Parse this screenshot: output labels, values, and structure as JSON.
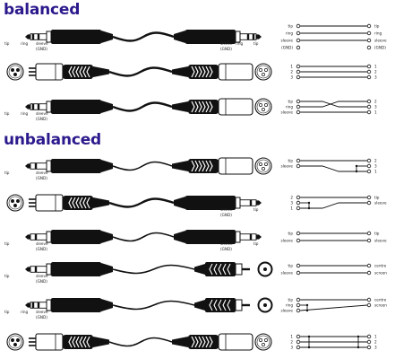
{
  "colors": {
    "heading": "#2b1a8c",
    "ink": "#111111",
    "paper": "#ffffff"
  },
  "sections": [
    {
      "title": "balanced"
    },
    {
      "title": "unbalanced"
    }
  ],
  "rows": [
    {
      "left": "trs",
      "right": "trs",
      "cable": "twin",
      "left_labels": [
        "tip",
        "ring",
        "sleeve",
        "(GND)"
      ],
      "right_labels": [
        "tip",
        "ring",
        "sleeve",
        "(GND)"
      ],
      "wiring": "straight3",
      "w_left": [
        "tip",
        "ring",
        "sleeve",
        "(GND)"
      ],
      "w_right": [
        "tip",
        "ring",
        "sleeve",
        "(GND)"
      ]
    },
    {
      "left": "xlr-m",
      "right": "xlr-f",
      "cable": "twin",
      "left_labels": [],
      "right_labels": [],
      "wiring": "straight3",
      "w_left": [
        "1",
        "2",
        "3"
      ],
      "w_right": [
        "1",
        "2",
        "3"
      ]
    },
    {
      "left": "trs",
      "right": "xlr-f",
      "cable": "twin",
      "left_labels": [
        "tip",
        "ring",
        "sleeve",
        "(GND)"
      ],
      "right_labels": [],
      "wiring": "cross23",
      "w_left": [
        "tip",
        "ring",
        "sleeve"
      ],
      "w_right": [
        "2",
        "3",
        "1"
      ]
    },
    {
      "left": "ts",
      "right": "xlr-f",
      "cable": "single",
      "left_labels": [
        "tip",
        "sleeve",
        "(GND)"
      ],
      "right_labels": [],
      "wiring": "ts-xlr",
      "w_left": [
        "tip",
        "sleeve"
      ],
      "w_right": [
        "2",
        "3",
        "1"
      ]
    },
    {
      "left": "xlr-m",
      "right": "ts",
      "cable": "twin",
      "left_labels": [],
      "right_labels": [
        "tip",
        "sleeve",
        "(GND)"
      ],
      "wiring": "xlr-ts",
      "w_left": [
        "2",
        "3",
        "1"
      ],
      "w_right": [
        "tip",
        "sleeve"
      ]
    },
    {
      "left": "ts",
      "right": "ts",
      "cable": "single",
      "left_labels": [
        "tip",
        "sleeve",
        "(GND)"
      ],
      "right_labels": [
        "tip",
        "sleeve",
        "(GND)"
      ],
      "wiring": "straight2",
      "w_left": [
        "tip",
        "sleeve"
      ],
      "w_right": [
        "tip",
        "sleeve"
      ]
    },
    {
      "left": "ts",
      "right": "rca",
      "cable": "single",
      "left_labels": [
        "tip",
        "sleeve",
        "(GND)"
      ],
      "right_labels": [],
      "wiring": "straight2",
      "w_left": [
        "tip",
        "sleeve"
      ],
      "w_right": [
        "centre",
        "screen"
      ]
    },
    {
      "left": "trs",
      "right": "rca",
      "cable": "single",
      "left_labels": [
        "tip",
        "ring",
        "sleeve",
        "(GND)"
      ],
      "right_labels": [],
      "wiring": "trs-rca",
      "w_left": [
        "tip",
        "ring",
        "sleeve"
      ],
      "w_right": [
        "centre",
        "screen"
      ]
    },
    {
      "left": "xlr-m",
      "right": "xlr-f",
      "cable": "single",
      "left_labels": [],
      "right_labels": [],
      "wiring": "bridge3",
      "w_left": [
        "1",
        "2",
        "3"
      ],
      "w_right": [
        "1",
        "2",
        "3"
      ]
    }
  ]
}
